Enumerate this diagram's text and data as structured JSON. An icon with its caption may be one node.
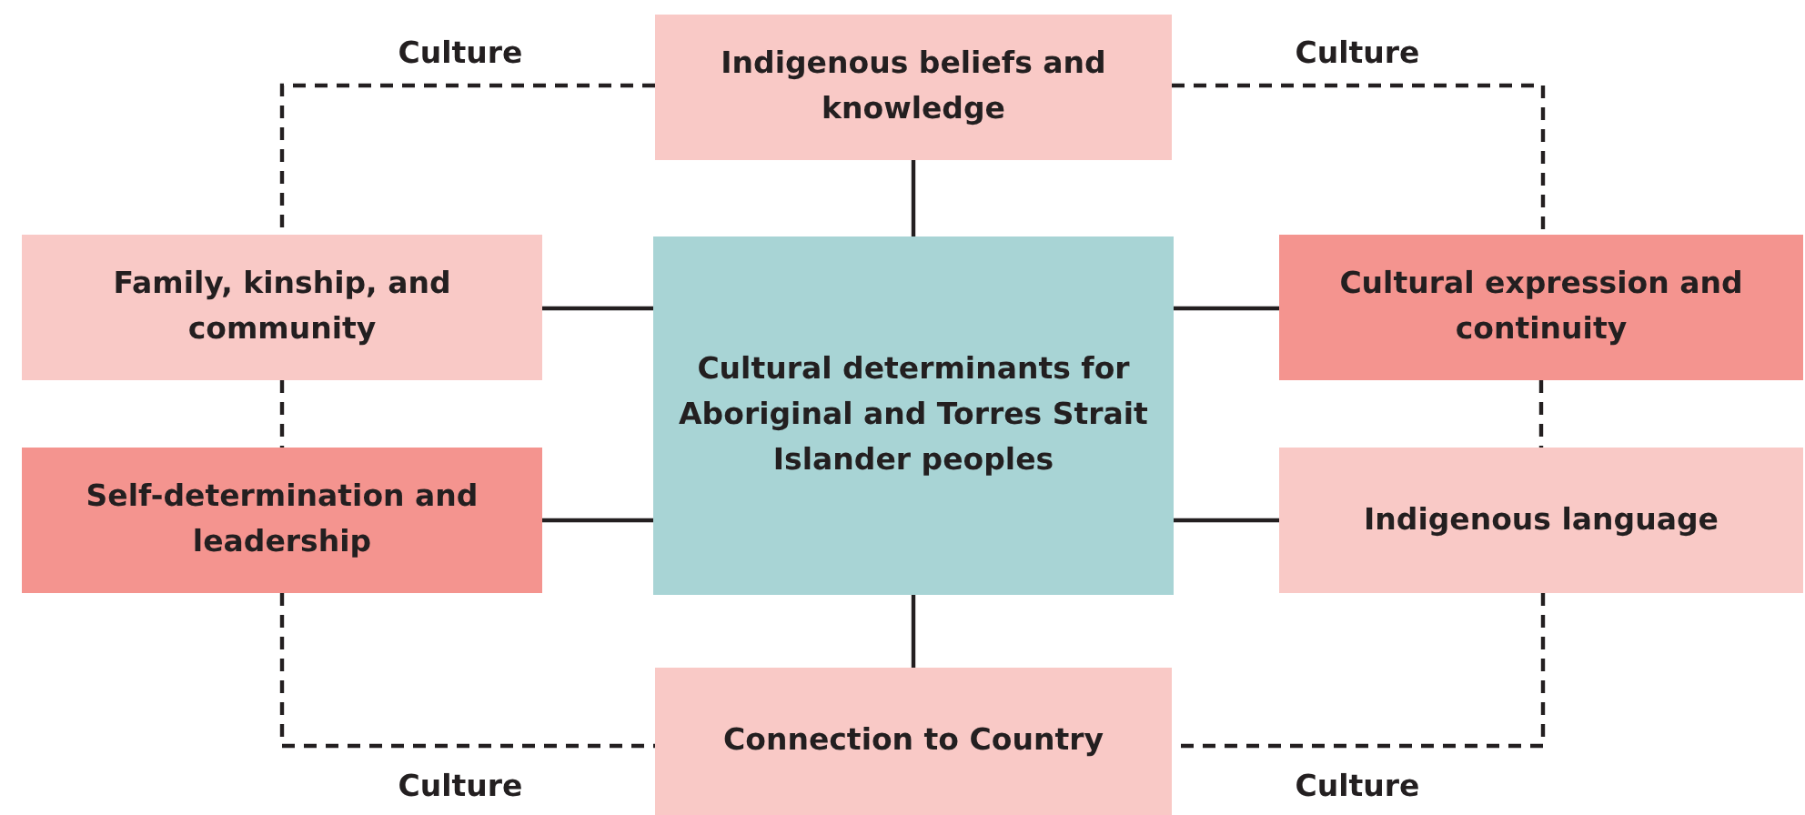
{
  "diagram": {
    "nodes": [
      {
        "text": [
          "Cultural determinants for Aboriginal and Torres Strait Islander peoples"
        ]
      },
      {
        "text": [
          "Indigenous beliefs and knowledge"
        ]
      },
      {
        "text": [
          "Family, kinship, and community"
        ]
      },
      {
        "text": [
          "Cultural expression and continuity"
        ]
      },
      {
        "text": [
          "Self-determination and leadership"
        ]
      },
      {
        "text": [
          "Indigenous language"
        ]
      },
      {
        "text": [
          "Connection to Country"
        ]
      }
    ],
    "edges": [
      {
        "from": 0,
        "to": 1,
        "arrow": "none"
      },
      {
        "from": 0,
        "to": 2,
        "arrow": "none"
      },
      {
        "from": 0,
        "to": 3,
        "arrow": "none"
      },
      {
        "from": 0,
        "to": 4,
        "arrow": "none"
      },
      {
        "from": 0,
        "to": 5,
        "arrow": "none"
      },
      {
        "from": 0,
        "to": 6,
        "arrow": "none"
      },
      {
        "from": 1,
        "to": 2,
        "arrow": "none",
        "style": "dashed",
        "label": "Culture"
      },
      {
        "from": 1,
        "to": 3,
        "arrow": "none",
        "style": "dashed",
        "label": "Culture"
      },
      {
        "from": 2,
        "to": 4,
        "arrow": "none",
        "style": "dashed"
      },
      {
        "from": 3,
        "to": 5,
        "arrow": "none",
        "style": "dashed"
      },
      {
        "from": 4,
        "to": 6,
        "arrow": "none",
        "style": "dashed",
        "label": "Culture"
      },
      {
        "from": 5,
        "to": 6,
        "arrow": "none",
        "style": "dashed",
        "label": "Culture"
      }
    ]
  }
}
